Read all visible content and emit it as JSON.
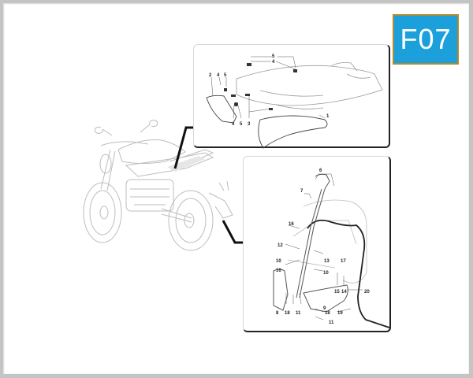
{
  "badge": {
    "label": "F07",
    "background": "#1ba0dc",
    "border": "#b08a2e"
  },
  "overview": {
    "subject": "motorcycle-side-view"
  },
  "detail_top": {
    "subject": "rear-tail-light-assembly",
    "callouts": [
      "1",
      "2",
      "3",
      "4",
      "4",
      "4",
      "5",
      "5",
      "5"
    ]
  },
  "detail_bottom": {
    "subject": "front-wiring-and-fairing",
    "callouts": [
      "6",
      "7",
      "8",
      "9",
      "10",
      "10",
      "11",
      "11",
      "12",
      "13",
      "14",
      "15",
      "16",
      "16",
      "17",
      "18",
      "18",
      "19",
      "20"
    ]
  }
}
